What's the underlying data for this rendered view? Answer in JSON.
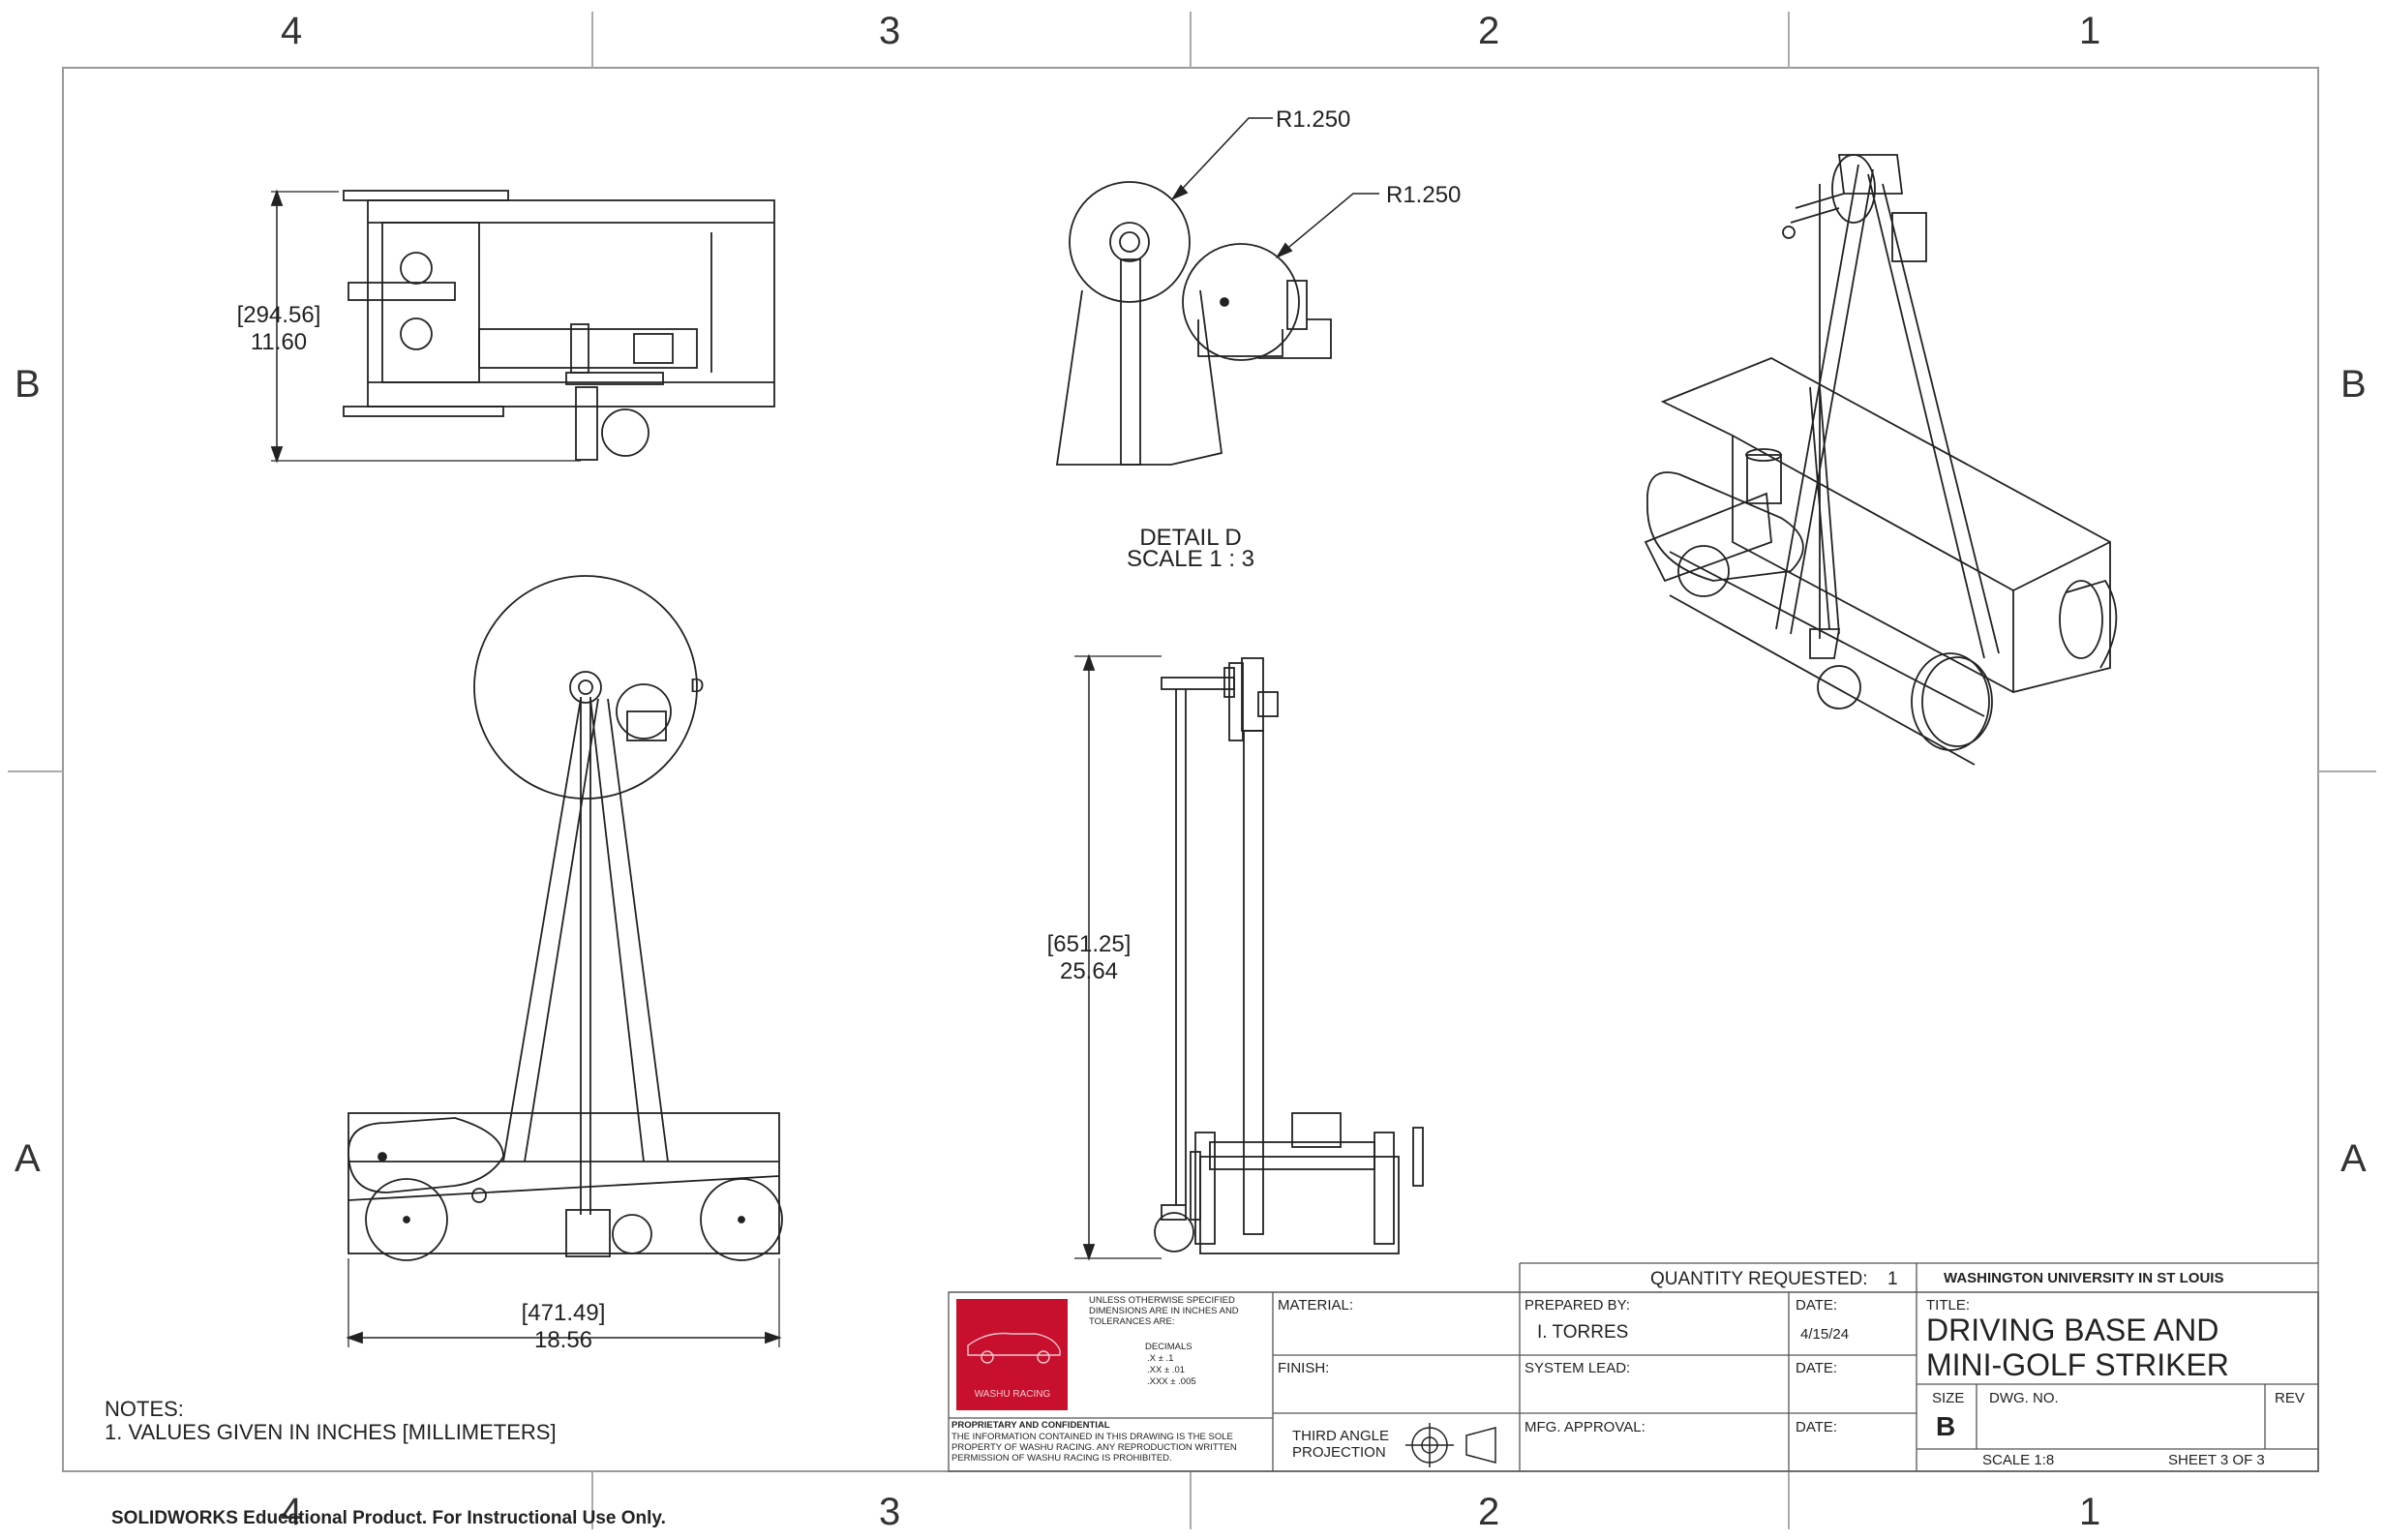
{
  "zones": {
    "columns": [
      "4",
      "3",
      "2",
      "1"
    ],
    "rows": [
      "B",
      "A"
    ]
  },
  "views": {
    "top_dimension": {
      "inch": "11.60",
      "mm": "[294.56]"
    },
    "front_width": {
      "inch": "18.56",
      "mm": "[471.49]"
    },
    "side_height": {
      "inch": "25.64",
      "mm": "[651.25]"
    },
    "radius_1": "R1.250",
    "radius_2": "R1.250",
    "detail_marker": "D",
    "detail_title": "DETAIL D",
    "detail_scale": "SCALE 1 : 3"
  },
  "notes": {
    "heading": "NOTES:",
    "line1": "1. VALUES GIVEN IN INCHES [MILLIMETERS]"
  },
  "footer": {
    "watermark": "SOLIDWORKS Educational Product. For Instructional Use Only."
  },
  "title_block": {
    "logo_text": "WASHU RACING",
    "tolerances_text": "UNLESS OTHERWISE SPECIFIED DIMENSIONS ARE IN INCHES AND TOLERANCES ARE:",
    "decimals_label": "DECIMALS",
    "tol_x": ".X ± .1",
    "tol_xx": ".XX ± .01",
    "tol_xxx": ".XXX ± .005",
    "proprietary_title": "PROPRIETARY AND CONFIDENTIAL",
    "proprietary_text": "THE INFORMATION CONTAINED IN THIS DRAWING IS THE SOLE PROPERTY OF WASHU RACING. ANY REPRODUCTION WRITTEN PERMISSION OF WASHU RACING IS PROHIBITED.",
    "material_label": "MATERIAL:",
    "finish_label": "FINISH:",
    "projection_line1": "THIRD ANGLE",
    "projection_line2": "PROJECTION",
    "quantity_label": "QUANTITY REQUESTED:",
    "quantity_value": "1",
    "prepared_label": "PREPARED BY:",
    "prepared_value": "I. TORRES",
    "date_label": "DATE:",
    "date_value": "4/15/24",
    "system_lead_label": "SYSTEM LEAD:",
    "system_lead_date_label": "DATE:",
    "mfg_label": "MFG. APPROVAL:",
    "mfg_date_label": "DATE:",
    "university": "WASHINGTON UNIVERSITY IN ST LOUIS",
    "title_label": "TITLE:",
    "title_line1": "DRIVING BASE AND",
    "title_line2": "MINI-GOLF STRIKER",
    "size_label": "SIZE",
    "size_value": "B",
    "dwg_label": "DWG.  NO.",
    "rev_label": "REV",
    "scale": "SCALE 1:8",
    "sheet": "SHEET 3 OF 3"
  }
}
